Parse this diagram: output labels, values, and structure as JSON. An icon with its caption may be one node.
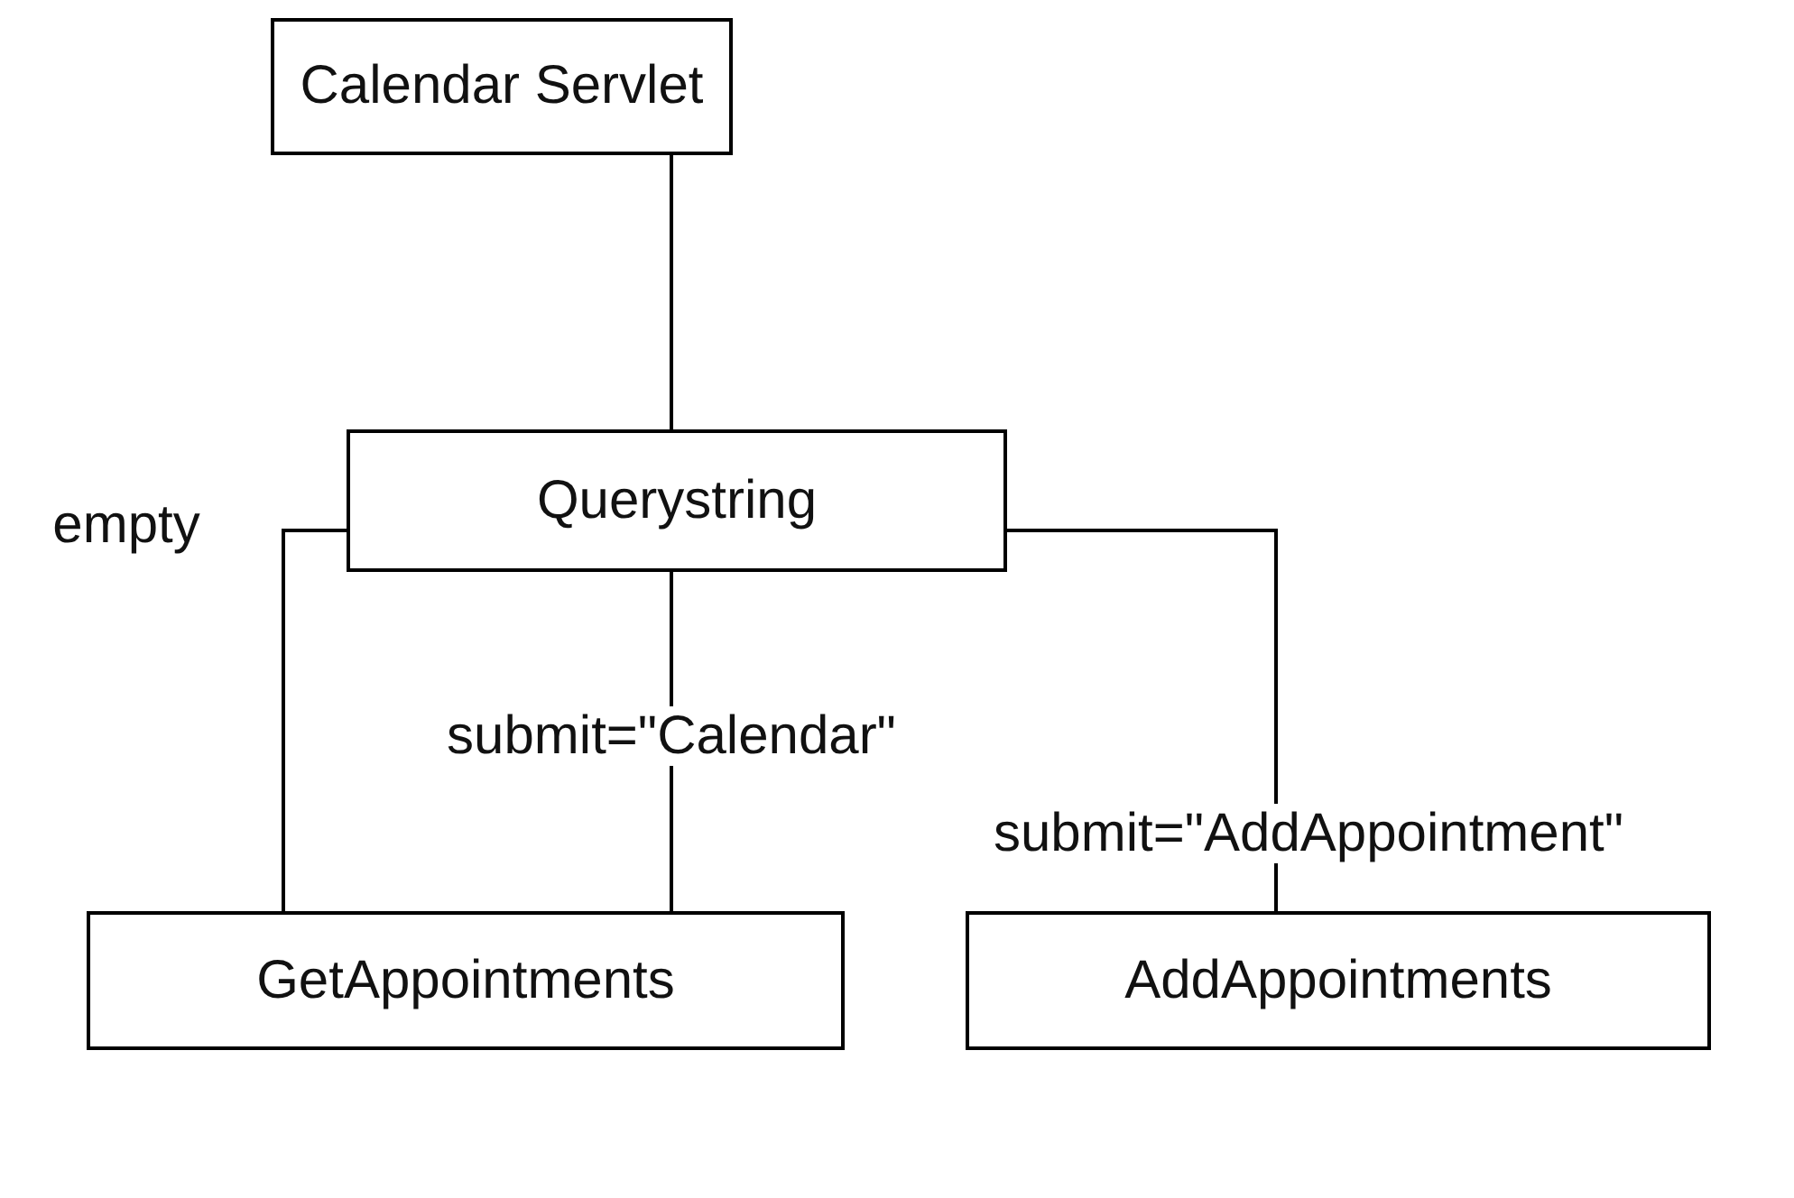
{
  "diagram": {
    "nodes": [
      {
        "text": [
          "Calendar Servlet"
        ]
      },
      {
        "text": [
          "Querystring"
        ]
      },
      {
        "text": [
          "GetAppointments"
        ]
      },
      {
        "text": [
          "AddAppointments"
        ]
      }
    ],
    "edges": [
      {
        "from": 0,
        "to": 1,
        "arrow": "none"
      },
      {
        "from": 1,
        "to": 2,
        "arrow": "none",
        "label": "empty"
      },
      {
        "from": 1,
        "to": 2,
        "arrow": "none",
        "label": "submit=\"Calendar\""
      },
      {
        "from": 1,
        "to": 3,
        "arrow": "none",
        "label": "submit=\"AddAppointment\""
      }
    ]
  }
}
